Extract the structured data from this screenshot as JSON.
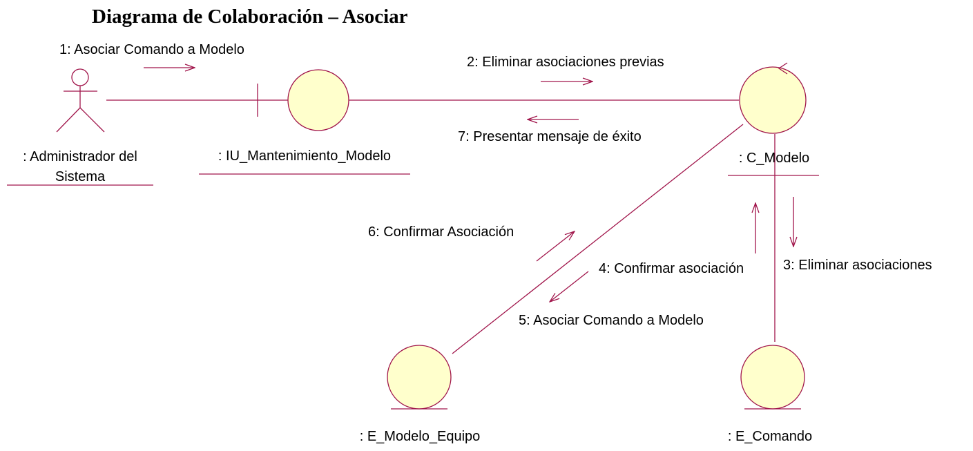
{
  "title": "Diagrama de Colaboración – Asociar",
  "objects": {
    "actor": ": Administrador del Sistema",
    "actor_line1": ": Administrador del",
    "actor_line2": "Sistema",
    "boundary": ": IU_Mantenimiento_Modelo",
    "control": ": C_Modelo",
    "entity_modelo_equipo": ": E_Modelo_Equipo",
    "entity_comando": ": E_Comando"
  },
  "messages": [
    {
      "label": "1: Asociar Comando a Modelo",
      "from": ": Administrador del Sistema",
      "to": ": IU_Mantenimiento_Modelo"
    },
    {
      "label": "2: Eliminar asociaciones previas",
      "from": ": IU_Mantenimiento_Modelo",
      "to": ": C_Modelo"
    },
    {
      "label": "3: Eliminar asociaciones",
      "from": ": C_Modelo",
      "to": ": E_Comando"
    },
    {
      "label": "4: Confirmar asociación",
      "from": ": E_Comando",
      "to": ": C_Modelo"
    },
    {
      "label": "5: Asociar Comando a Modelo",
      "from": ": C_Modelo",
      "to": ": E_Modelo_Equipo"
    },
    {
      "label": "6: Confirmar Asociación",
      "from": ": E_Modelo_Equipo",
      "to": ": C_Modelo"
    },
    {
      "label": "7: Presentar mensaje de éxito",
      "from": ": C_Modelo",
      "to": ": IU_Mantenimiento_Modelo"
    }
  ],
  "colors": {
    "line": "#a0144a",
    "object_fill": "#ffffcc",
    "text": "#000000"
  }
}
